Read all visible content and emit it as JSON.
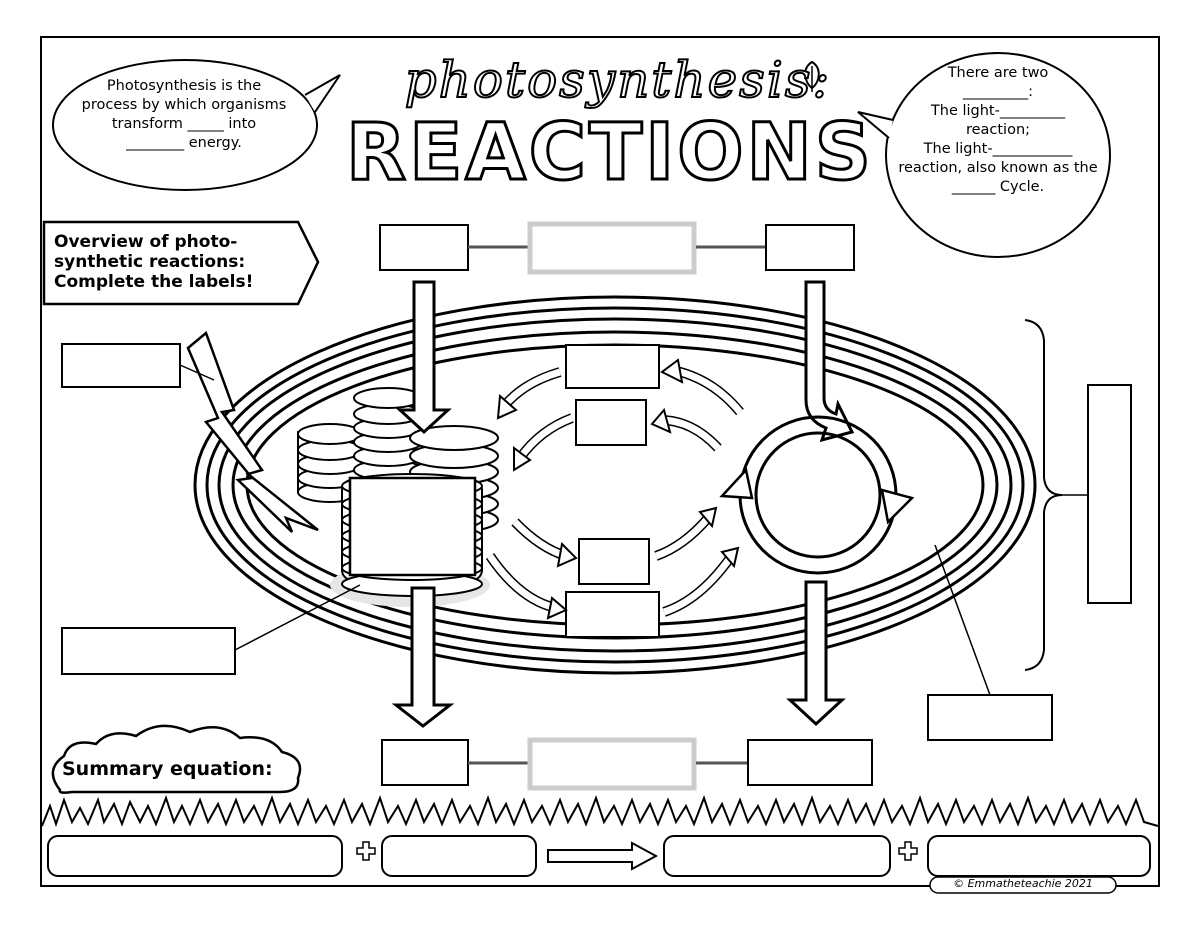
{
  "title": {
    "script_word": "photosynthesis:",
    "main_word": "REACTIONS"
  },
  "left_bubble": {
    "lines": [
      "Photosynthesis is the",
      "process by which organisms",
      "transform _____ into",
      "________ energy."
    ]
  },
  "right_bubble": {
    "lines": [
      "There are two",
      "_________:",
      "The light-_________",
      "reaction;",
      "The light-___________",
      "reaction, also known as the",
      "______ Cycle."
    ]
  },
  "overview_banner": {
    "lines": [
      "Overview of photo-",
      "synthetic reactions:",
      "Complete the labels!"
    ]
  },
  "summary": {
    "label": "Summary equation:",
    "plus_symbol": "+",
    "arrow_symbol": "⟶"
  },
  "copyright": "© Emmatheteachie 2021",
  "icons": [
    "leaf-icon",
    "lightning-bolt-icon",
    "cloud-icon",
    "grass-border",
    "cycle-arrow-icon"
  ],
  "colors": {
    "ink": "#000000",
    "gray_box": "#cccccc",
    "shadow": "#e6e6e6"
  }
}
